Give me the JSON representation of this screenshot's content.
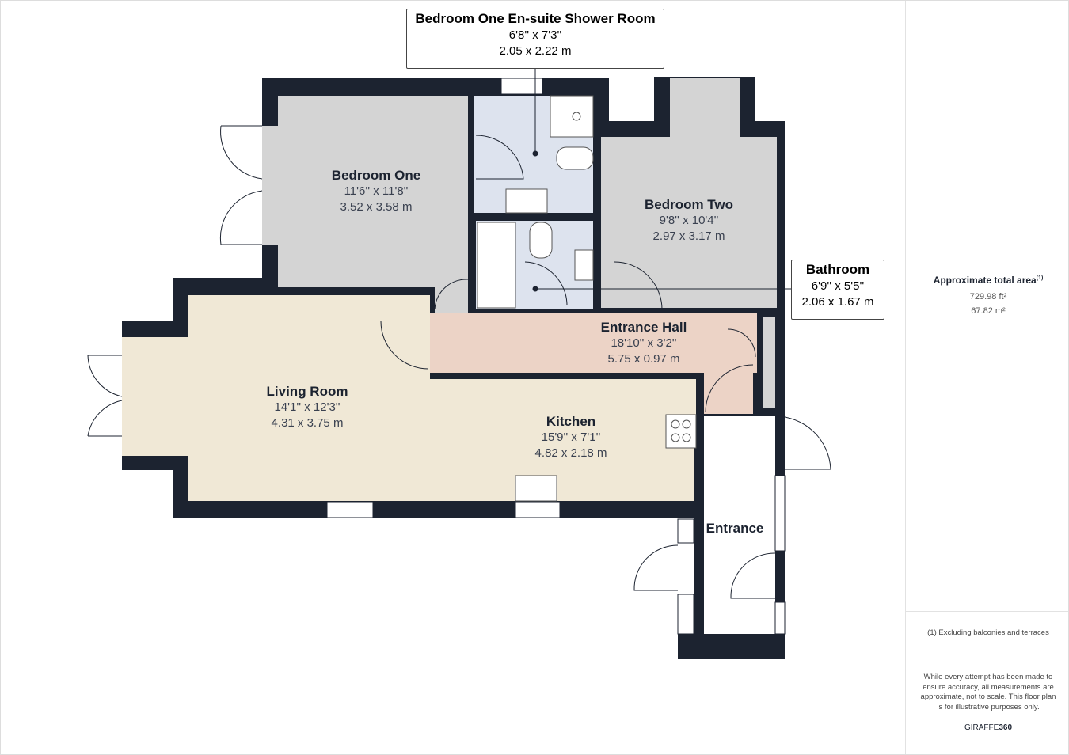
{
  "rooms": {
    "ensuite": {
      "name": "Bedroom One En-suite Shower Room",
      "imp": "6'8'' x 7'3''",
      "met": "2.05 x 2.22 m"
    },
    "bedroom_one": {
      "name": "Bedroom One",
      "imp": "11'6'' x 11'8''",
      "met": "3.52 x 3.58 m"
    },
    "bedroom_two": {
      "name": "Bedroom Two",
      "imp": "9'8'' x 10'4''",
      "met": "2.97 x 3.17 m"
    },
    "bathroom": {
      "name": "Bathroom",
      "imp": "6'9'' x 5'5''",
      "met": "2.06 x 1.67 m"
    },
    "entrance_hall": {
      "name": "Entrance Hall",
      "imp": "18'10'' x 3'2''",
      "met": "5.75 x 0.97 m"
    },
    "living_room": {
      "name": "Living Room",
      "imp": "14'1'' x 12'3''",
      "met": "4.31 x 3.75 m"
    },
    "kitchen": {
      "name": "Kitchen",
      "imp": "15'9'' x 7'1''",
      "met": "4.82 x 2.18 m"
    },
    "entrance": {
      "name": "Entrance"
    }
  },
  "colors": {
    "wall": "#1c2330",
    "bedroom": "#d4d4d4",
    "wet": "#dde3ee",
    "hall": "#ecd3c6",
    "living": "#f0e8d6"
  },
  "summary": {
    "title": "Approximate total area",
    "sup": "(1)",
    "sqft": "729.98 ft²",
    "sqm": "67.82 m²",
    "footnote": "(1) Excluding balconies and terraces",
    "disclaimer": "While every attempt has been made to ensure accuracy, all measurements are approximate, not to scale. This floor plan is for illustrative purposes only.",
    "brand_a": "GIRAFFE",
    "brand_b": "360"
  }
}
